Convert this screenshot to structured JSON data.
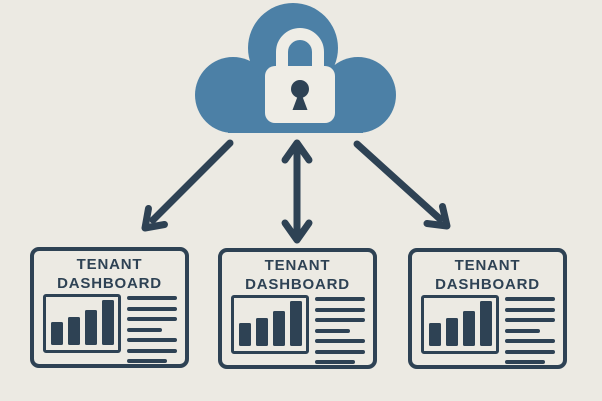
{
  "diagram": {
    "colors": {
      "background": "#ECEAE3",
      "ink_navy": "#2E4254",
      "cloud_blue": "#4C80A6",
      "lock_fill": "#EFEDE6"
    },
    "cloud": {
      "icon": "cloud-icon",
      "lock_icon": "padlock-icon"
    },
    "arrows": [
      {
        "name": "arrow-cloud-to-left-tenant",
        "bidirectional": false
      },
      {
        "name": "arrow-cloud-to-middle-tenant",
        "bidirectional": true
      },
      {
        "name": "arrow-cloud-to-right-tenant",
        "bidirectional": false
      }
    ],
    "panels": [
      {
        "title": "TENANT DASHBOARD",
        "chart_icon": "bar-chart-icon",
        "chart_bars_pct": [
          48,
          58,
          73,
          94
        ],
        "text_line_widths_pct": [
          100,
          100,
          100,
          70,
          100,
          100,
          80
        ]
      },
      {
        "title": "TENANT DASHBOARD",
        "chart_icon": "bar-chart-icon",
        "chart_bars_pct": [
          48,
          58,
          73,
          94
        ],
        "text_line_widths_pct": [
          100,
          100,
          100,
          70,
          100,
          100,
          80
        ]
      },
      {
        "title": "TENANT DASHBOARD",
        "chart_icon": "bar-chart-icon",
        "chart_bars_pct": [
          48,
          58,
          73,
          94
        ],
        "text_line_widths_pct": [
          100,
          100,
          100,
          70,
          100,
          100,
          80
        ]
      }
    ]
  }
}
